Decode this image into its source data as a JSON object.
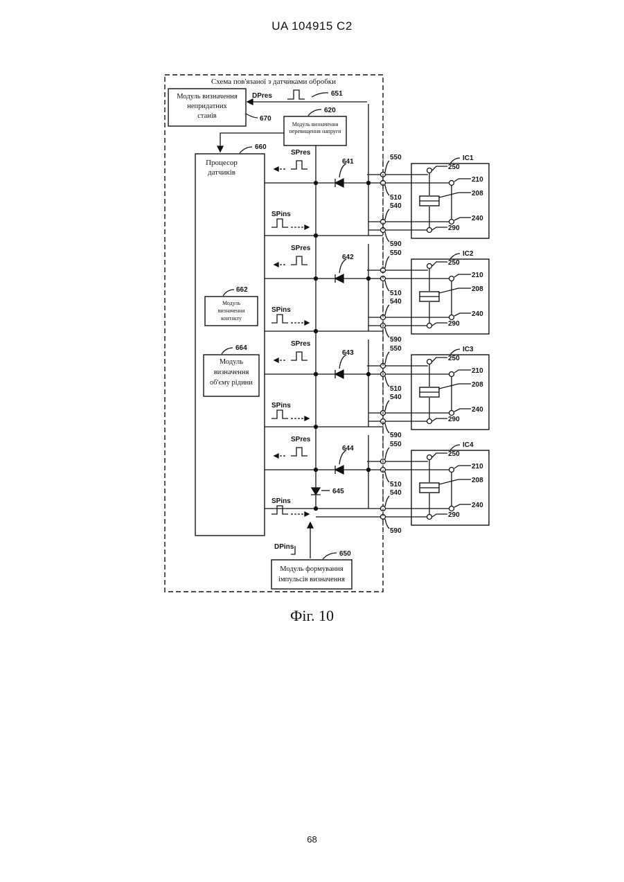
{
  "header": {
    "document_id": "UA   104915   C2"
  },
  "figure": {
    "caption": "Фіг. 10",
    "outer_box_title": "Схема пов'язаної з датчиками обробки",
    "blocks": {
      "abnormal": "Модуль визначення непридатних станів",
      "abnormal_lines": [
        "Модуль визначення",
        "непридатних",
        "станів"
      ],
      "overload_lines": [
        "Модуль визначення",
        "перевищення напруги"
      ],
      "processor_lines": [
        "Процесор",
        "датчиків"
      ],
      "contact_lines": [
        "Модуль",
        "визначення",
        "контакту"
      ],
      "liquid_lines": [
        "Модуль",
        "визначення",
        "об'єму рідини"
      ],
      "pulse_lines": [
        "Модуль формування",
        "імпульсів визначення"
      ]
    },
    "refs": {
      "r651": "651",
      "r670": "670",
      "r620": "620",
      "r660": "660",
      "r662": "662",
      "r664": "664",
      "r650": "650",
      "r645": "645"
    },
    "signals": {
      "dpres": "DPres",
      "dpins": "DPins",
      "spres": "SPres",
      "spins": "SPins"
    },
    "cartridges": [
      {
        "ic": "IC1",
        "diode": "641"
      },
      {
        "ic": "IC2",
        "diode": "642"
      },
      {
        "ic": "IC3",
        "diode": "643"
      },
      {
        "ic": "IC4",
        "diode": "644"
      }
    ],
    "terminal_refs": {
      "r550": "550",
      "r510": "510",
      "r540": "540",
      "r590": "590"
    },
    "cartridge_refs": {
      "r250": "250",
      "r210": "210",
      "r208": "208",
      "r240": "240",
      "r290": "290"
    }
  },
  "page_number": "68"
}
